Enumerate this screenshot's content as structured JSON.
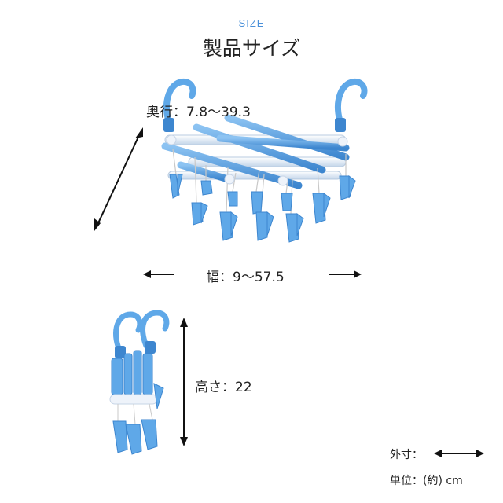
{
  "header": {
    "section_en": "SIZE",
    "section_title": "製品サイズ"
  },
  "dimensions": {
    "depth": "奥行：7.8〜39.3",
    "width": "幅：9〜57.5",
    "height": "高さ：22"
  },
  "legend": {
    "outer_size": "外寸：",
    "unit": "単位：(約) cm"
  },
  "colors": {
    "hanger_blue": "#5fa8e8",
    "hanger_blue_dark": "#3d86cf",
    "frame_light": "#dce8f5",
    "arrow": "#111111"
  },
  "icons": [
    "double-arrow-icon",
    "hook-icon",
    "clothespin-icon"
  ]
}
